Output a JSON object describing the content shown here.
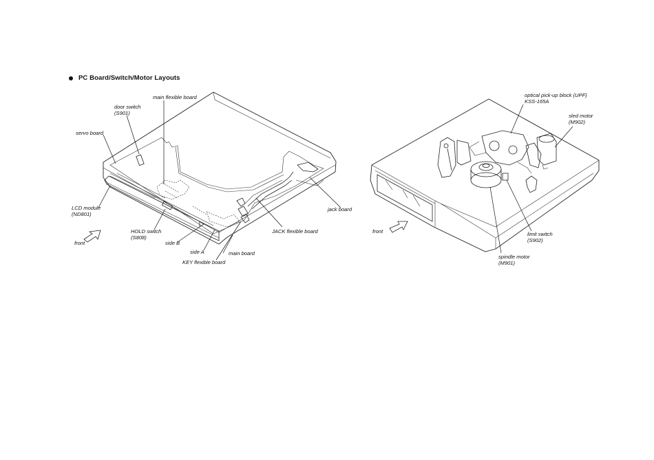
{
  "heading": "PC Board/Switch/Motor Layouts",
  "left": {
    "labels": {
      "main_flexible_board": "main flexible board",
      "door_switch": "door switch",
      "door_switch_ref": "(S901)",
      "servo_board": "servo board",
      "lcd_module": "LCD module",
      "lcd_module_ref": "(ND801)",
      "hold_switch": "HOLD switch",
      "hold_switch_ref": "(S808)",
      "front": "front",
      "side_b": "side B",
      "side_a": "side A",
      "main_board": "main board",
      "key_flexible_board": "KEY flexible board",
      "jack_flexible_board": "JACK flexible board",
      "jack_board": "jack board"
    }
  },
  "right": {
    "labels": {
      "pickup_block": "optical pick-up block (UPF)",
      "pickup_model": "KSS-165A",
      "sled_motor": "sled motor",
      "sled_motor_ref": "(M902)",
      "front": "front",
      "limit_switch": "limit switch",
      "limit_switch_ref": "(S902)",
      "spindle_motor": "spindle motor",
      "spindle_motor_ref": "(M901)"
    }
  }
}
